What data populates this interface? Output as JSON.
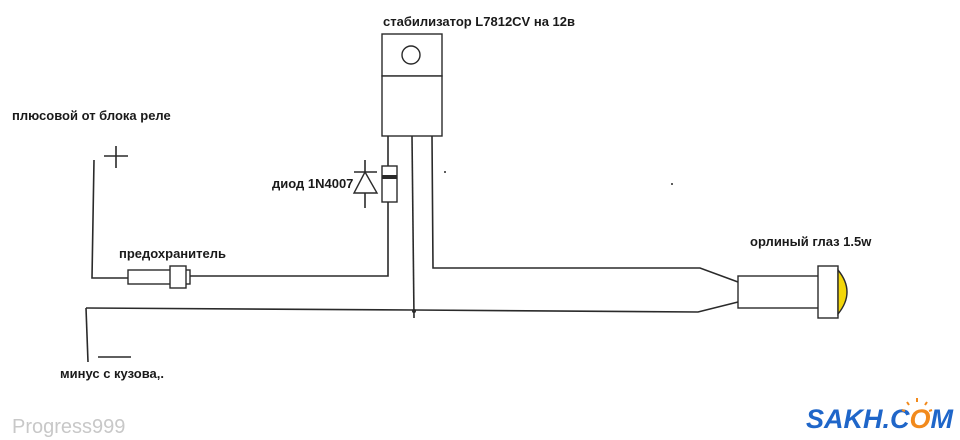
{
  "labels": {
    "regulator": "стабилизатор L7812CV на 12в",
    "positive_source": "плюсовой от блока реле",
    "diode": "диод 1N4007",
    "fuse": "предохранитель",
    "lamp": "орлиный глаз 1.5w",
    "ground": "минус с кузова,."
  },
  "symbols": {
    "plus": "+",
    "minus": "−"
  },
  "watermark": {
    "author": "Progress999",
    "site_pre": "SAKH.C",
    "site_o": "O",
    "site_post": "M"
  },
  "colors": {
    "wire": "#2a2a2a",
    "lamp_lens": "#f2d60a",
    "brand": "#1f66c9",
    "brand_sun": "#f28a1c",
    "watermark": "#c8c8c8"
  }
}
